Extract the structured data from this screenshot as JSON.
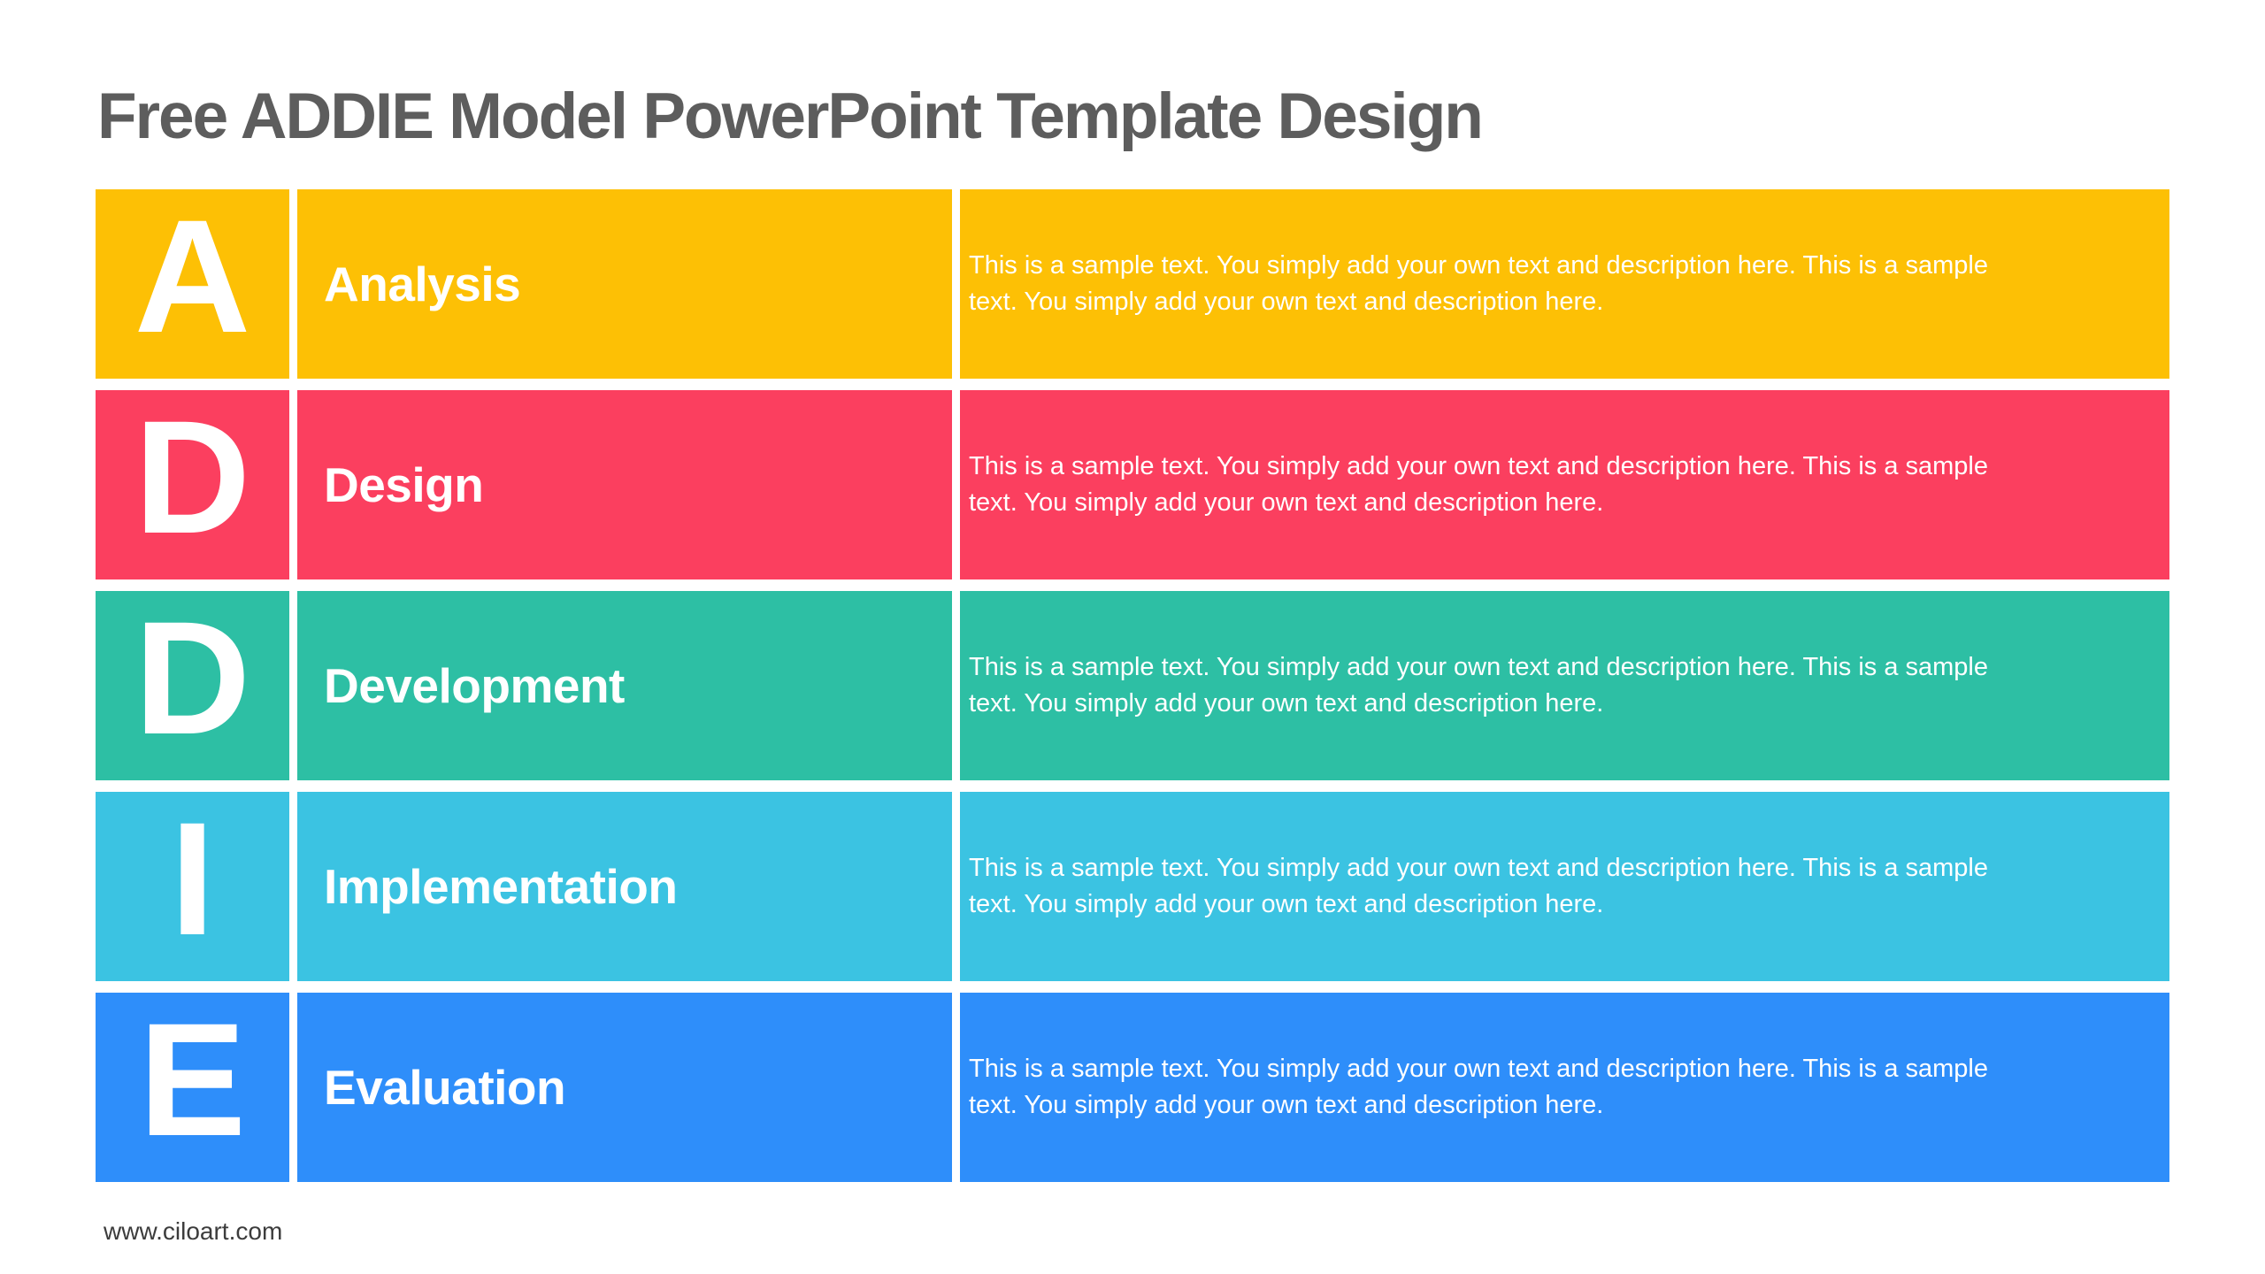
{
  "page": {
    "title": "Free ADDIE Model PowerPoint Template Design",
    "title_color": "#5d5d5d",
    "footer": "www.ciloart.com",
    "footer_color": "#3c3c3c",
    "background_color": "#ffffff",
    "text_on_rows_color": "#ffffff"
  },
  "rows": [
    {
      "letter": "A",
      "title": "Analysis",
      "color": "#fdc005",
      "desc_line1": "This is a sample text. You simply add your own text and description here. This is a sample",
      "desc_line2": "text. You simply add your own text and description here."
    },
    {
      "letter": "D",
      "title": "Design",
      "color": "#fb3f5f",
      "desc_line1": "This is a sample text. You simply add your own text and description here. This is a sample",
      "desc_line2": "text. You simply add your own text and description here."
    },
    {
      "letter": "D",
      "title": "Development",
      "color": "#2dbfa4",
      "desc_line1": "This is a sample text. You simply add your own text and description here. This is a sample",
      "desc_line2": "text. You simply add your own text and description here."
    },
    {
      "letter": "I",
      "title": "Implementation",
      "color": "#3bc3e2",
      "desc_line1": "This is a sample text. You simply add your own text and description here. This is a sample",
      "desc_line2": "text. You simply add your own text and description here."
    },
    {
      "letter": "E",
      "title": "Evaluation",
      "color": "#2e8efa",
      "desc_line1": "This is a sample text. You simply add your own text and description here. This is a sample",
      "desc_line2": "text. You simply add your own text and description here."
    }
  ]
}
